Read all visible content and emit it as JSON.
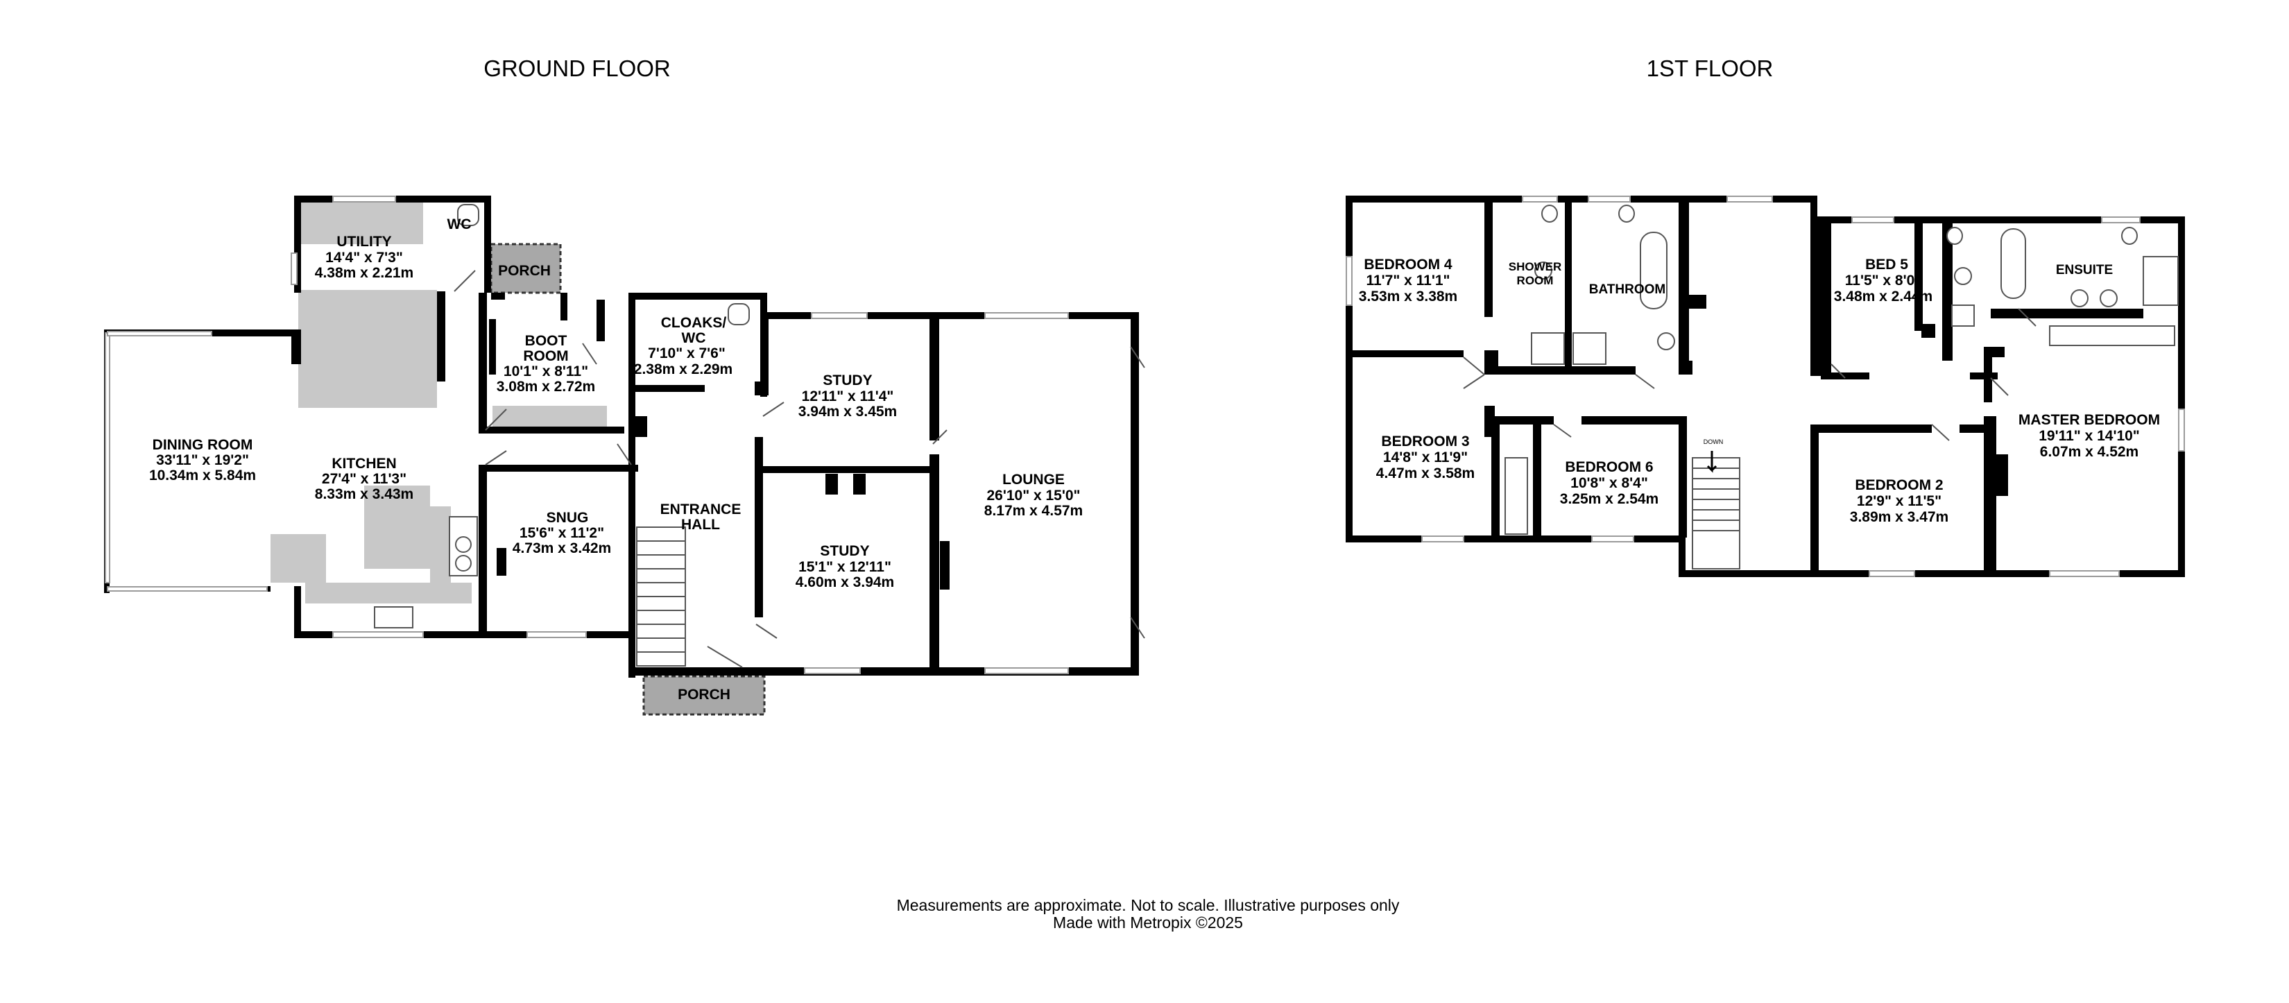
{
  "floors": {
    "ground": {
      "title": "GROUND FLOOR",
      "rooms": {
        "utility": {
          "name": "UTILITY",
          "imperial": "14'4\"  x 7'3\"",
          "metric": "4.38m  x 2.21m"
        },
        "wc": {
          "name": "WC"
        },
        "porch_rear": {
          "name": "PORCH"
        },
        "boot_room": {
          "name1": "BOOT",
          "name2": "ROOM",
          "imperial": "10'1\"  x 8'11\"",
          "metric": "3.08m  x 2.72m"
        },
        "cloaks": {
          "name1": "CLOAKS/",
          "name2": "WC",
          "imperial": "7'10\"  x 7'6\"",
          "metric": "2.38m  x 2.29m"
        },
        "dining": {
          "name": "DINING ROOM",
          "imperial": "33'11\"  x 19'2\"",
          "metric": "10.34m  x 5.84m"
        },
        "kitchen": {
          "name": "KITCHEN",
          "imperial": "27'4\"  x 11'3\"",
          "metric": "8.33m  x 3.43m"
        },
        "snug": {
          "name": "SNUG",
          "imperial": "15'6\"  x 11'2\"",
          "metric": "4.73m  x 3.42m"
        },
        "entrance": {
          "name1": "ENTRANCE",
          "name2": "HALL"
        },
        "study1": {
          "name": "STUDY",
          "imperial": "12'11\"  x 11'4\"",
          "metric": "3.94m  x 3.45m"
        },
        "study2": {
          "name": "STUDY",
          "imperial": "15'1\"  x 12'11\"",
          "metric": "4.60m  x 3.94m"
        },
        "lounge": {
          "name": "LOUNGE",
          "imperial": "26'10\"  x 15'0\"",
          "metric": "8.17m  x 4.57m"
        },
        "porch_front": {
          "name": "PORCH"
        }
      }
    },
    "first": {
      "title": "1ST FLOOR",
      "rooms": {
        "bedroom4": {
          "name": "BEDROOM 4",
          "imperial": "11'7\"  x 11'1\"",
          "metric": "3.53m  x 3.38m"
        },
        "shower": {
          "name1": "SHOWER",
          "name2": "ROOM"
        },
        "bathroom": {
          "name": "BATHROOM"
        },
        "bed5": {
          "name": "BED 5",
          "imperial": "11'5\"  x 8'0\"",
          "metric": "3.48m  x 2.44m"
        },
        "ensuite": {
          "name": "ENSUITE"
        },
        "bedroom3": {
          "name": "BEDROOM 3",
          "imperial": "14'8\"  x 11'9\"",
          "metric": "4.47m  x 3.58m"
        },
        "bedroom6": {
          "name": "BEDROOM 6",
          "imperial": "10'8\"  x 8'4\"",
          "metric": "3.25m  x 2.54m"
        },
        "master": {
          "name": "MASTER BEDROOM",
          "imperial": "19'11\"  x 14'10\"",
          "metric": "6.07m  x 4.52m"
        },
        "bedroom2": {
          "name": "BEDROOM 2",
          "imperial": "12'9\"  x 11'5\"",
          "metric": "3.89m  x 3.47m"
        },
        "stairs_label": "DOWN"
      }
    }
  },
  "footer": {
    "line1": "Measurements are approximate.  Not to scale.  Illustrative purposes only",
    "line2": "Made with Metropix ©2025"
  }
}
